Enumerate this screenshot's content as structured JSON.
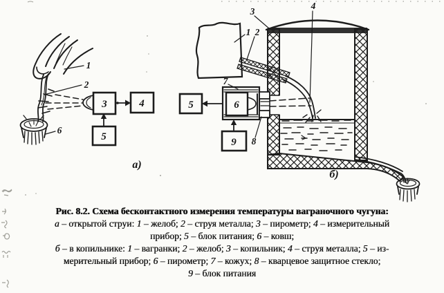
{
  "colors": {
    "ink": "#1c1c1c",
    "paper": "#fbfbf8",
    "pencil": "#8f8f88"
  },
  "diagram_a": {
    "panel_label": "а)",
    "pyrometer_box": "3",
    "device_box": "4",
    "power_box": "5",
    "trough_ref": "1",
    "stream_ref": "2",
    "ladle_ref": "6"
  },
  "diagram_b": {
    "panel_label": "б)",
    "device_box": "5",
    "pyrometer_box": "6",
    "power_box": "9",
    "furnace_ref": "1",
    "chute_ref": "2",
    "collector_ref": "3",
    "stream_ref": "4",
    "housing_ref": "7",
    "glass_ref": "8"
  },
  "caption": {
    "title": "Рис. 8.2. Схема бесконтактного измерения температуры ваграночного чугуна:",
    "lines": [
      [
        {
          "t": "а",
          "i": 1
        },
        {
          "t": " – открытой струи: "
        },
        {
          "t": "1",
          "i": 1
        },
        {
          "t": " – желоб; "
        },
        {
          "t": "2",
          "i": 1
        },
        {
          "t": " – струя металла; "
        },
        {
          "t": "3",
          "i": 1
        },
        {
          "t": " – пирометр; "
        },
        {
          "t": "4",
          "i": 1
        },
        {
          "t": " – измерительный"
        }
      ],
      [
        {
          "t": "прибор; "
        },
        {
          "t": "5",
          "i": 1
        },
        {
          "t": " – блок питания; "
        },
        {
          "t": "6",
          "i": 1
        },
        {
          "t": " – ковш;"
        }
      ],
      [
        {
          "t": "б",
          "i": 1
        },
        {
          "t": " – в копильнике: "
        },
        {
          "t": "1",
          "i": 1
        },
        {
          "t": " – вагранки; "
        },
        {
          "t": "2",
          "i": 1
        },
        {
          "t": " – желоб; "
        },
        {
          "t": "3",
          "i": 1
        },
        {
          "t": " – копильник; "
        },
        {
          "t": "4",
          "i": 1
        },
        {
          "t": " – струя металла; "
        },
        {
          "t": "5",
          "i": 1
        },
        {
          "t": " – из-"
        }
      ],
      [
        {
          "t": "мерительный прибор; "
        },
        {
          "t": "6",
          "i": 1
        },
        {
          "t": " – пирометр; "
        },
        {
          "t": "7",
          "i": 1
        },
        {
          "t": " – кожух; "
        },
        {
          "t": "8",
          "i": 1
        },
        {
          "t": " – кварцевое защитное стекло;"
        }
      ],
      [
        {
          "t": "9",
          "i": 1
        },
        {
          "t": " – блок питания"
        }
      ]
    ]
  }
}
